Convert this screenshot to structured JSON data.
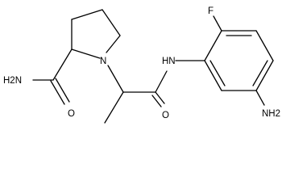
{
  "molecule": {
    "atom_labels": {
      "fluorine": "F",
      "ring_nitrogen": "N",
      "amide_nh": "HN",
      "amide_nh2": "H2N",
      "upper_oxygen": "O",
      "lower_oxygen": "O",
      "aryl_amine": "NH2"
    }
  },
  "colors": {
    "bond": "#000000",
    "text": "#000000",
    "background": "#ffffff"
  }
}
